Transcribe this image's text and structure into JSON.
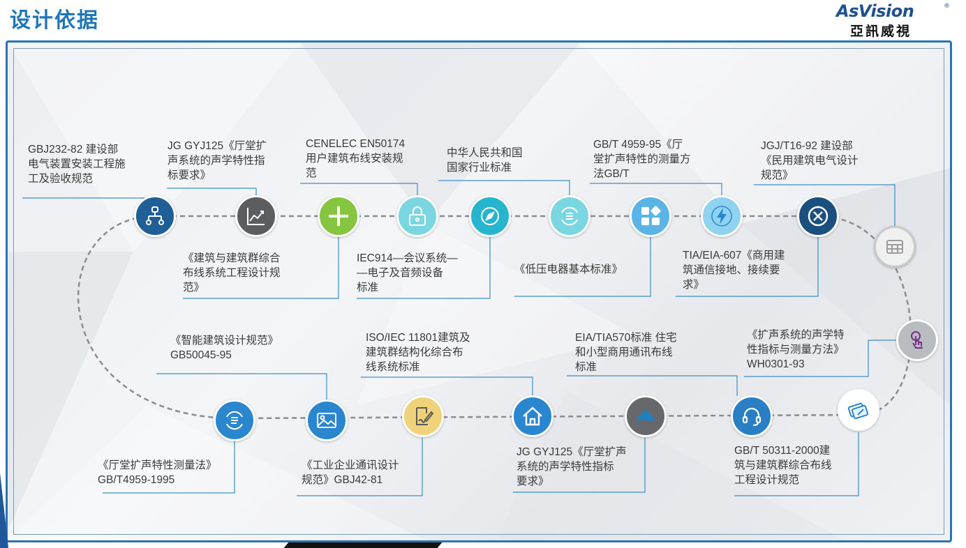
{
  "header": {
    "title": "设计依据"
  },
  "logo": {
    "name_en": "AsVision",
    "registered": "®",
    "name_cn": "亞訊威視"
  },
  "standards": [
    {
      "id": "s1",
      "text": "GBJ232-82 建设部\n电气装置安装工程施\n工及验收规范",
      "icon": "network-icon",
      "color": "#1f5f96"
    },
    {
      "id": "s2",
      "text": "《建筑与建筑群综合\n布线系统工程设计规\n范》",
      "icon": "chart-line-icon",
      "color": "#5b5d60"
    },
    {
      "id": "s3",
      "text": "JG GYJ125《厅堂扩\n声系统的声学特性指\n标要求》",
      "icon": "plus-icon",
      "color": "#86c540"
    },
    {
      "id": "s4",
      "text": "CENELEC EN50174\n用户建筑布线安装规\n范",
      "icon": "lock-icon",
      "color": "#7ad6e0"
    },
    {
      "id": "s5",
      "text": "IEC914—会议系统—\n—电子及音频设备\n标准",
      "icon": "compass-icon",
      "color": "#27b4cf"
    },
    {
      "id": "s6",
      "text": "中华人民共和国\n国家行业标准",
      "icon": "refresh-list-icon",
      "color": "#7ad6e0"
    },
    {
      "id": "s7",
      "text": "《低压电器基本标准》",
      "icon": "tiles-icon",
      "color": "#5ab4e6"
    },
    {
      "id": "s8",
      "text": "GB/T 4959-95《厅\n堂扩声特性的测量方\n法GB/T",
      "icon": "bolt-icon",
      "color": "#8fd3f0"
    },
    {
      "id": "s9",
      "text": "TIA/EIA-607《商用建\n筑通信接地、接续要\n求》",
      "icon": "close-circle-icon",
      "color": "#1a4f7f"
    },
    {
      "id": "s10",
      "text": "JGJ/T16-92 建设部\n《民用建筑电气设计\n规范》",
      "icon": "grid-table-icon",
      "color": "#f0f0f0"
    },
    {
      "id": "s11",
      "text": "《扩声系统的声学特\n性指标与测量方法》\nWH0301-93",
      "icon": "touch-icon",
      "color": "#b9bcc0"
    },
    {
      "id": "s12",
      "text": "GB/T 50311-2000建\n筑与建筑群综合布线\n工程设计规范",
      "icon": "cards-icon",
      "color": "#ffffff"
    },
    {
      "id": "s13",
      "text": "EIA/TIA570标准 住宅\n和小型商用通讯布线\n标准",
      "icon": "headset-icon",
      "color": "#2a7fc4"
    },
    {
      "id": "s14",
      "text": "JG GYJ125《厅堂扩声\n系统的声学特性指标\n要求》",
      "icon": "triangle-icon",
      "color": "#66686b"
    },
    {
      "id": "s15",
      "text": "ISO/IEC 11801建筑及\n建筑群结构化综合布\n线系统标准",
      "icon": "home-icon",
      "color": "#2a86cf"
    },
    {
      "id": "s16",
      "text": "《工业企业通讯设计\n规范》GBJ42-81",
      "icon": "document-sign-icon",
      "color": "#efd27a"
    },
    {
      "id": "s17",
      "text": "《智能建筑设计规范》\nGB50045-95",
      "icon": "image-icon",
      "color": "#2a86cf"
    },
    {
      "id": "s18",
      "text": "《厅堂扩声特性测量法》\nGB/T4959-1995",
      "icon": "refresh-doc-icon",
      "color": "#2a86cf"
    }
  ]
}
